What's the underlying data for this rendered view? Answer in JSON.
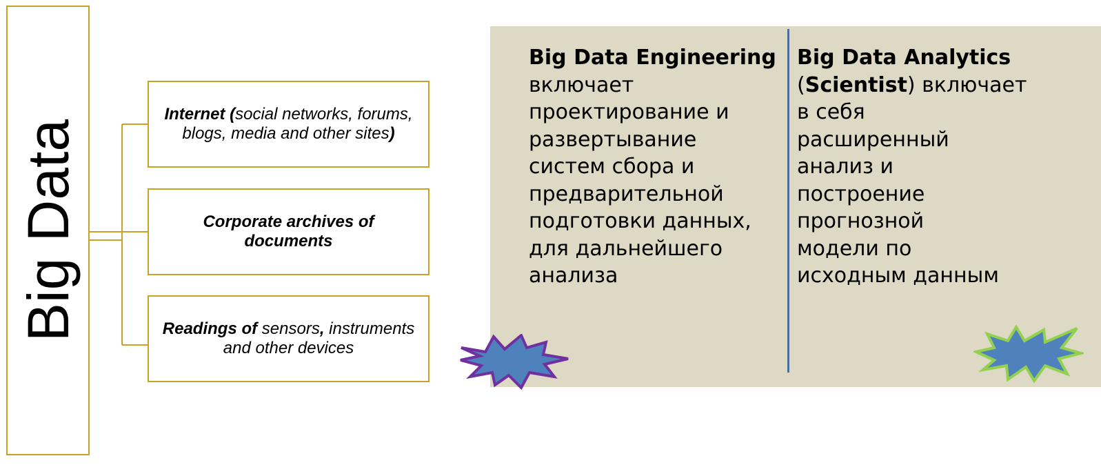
{
  "vertical_label": "Big Data",
  "sources": [
    {
      "parts": [
        {
          "text": "Internet (",
          "bold": true
        },
        {
          "text": "social networks, forums, blogs, media and other sites",
          "bold": false
        },
        {
          "text": ")",
          "bold": true
        }
      ]
    },
    {
      "parts": [
        {
          "text": "Corporate archives of documents",
          "bold": true
        }
      ]
    },
    {
      "parts": [
        {
          "text": "Readings of",
          "bold": true
        },
        {
          "text": " sensors",
          "bold": false
        },
        {
          "text": ",",
          "bold": true
        },
        {
          "text": " instruments and other devices",
          "bold": false
        }
      ]
    }
  ],
  "panel": {
    "left": {
      "heading": "Big Data Engineering",
      "lines": [
        "включает",
        "проектирование и",
        "развертывание",
        "систем сбора и",
        "предварительной",
        "подготовки данных,",
        "для дальнейшего",
        "анализа"
      ]
    },
    "right": {
      "heading": "Big Data Analytics",
      "paren_open": "(",
      "paren_bold": "Scientist",
      "paren_rest": ") включает",
      "lines": [
        "в себя",
        "расширенный",
        "анализ и",
        "построение",
        "прогнозной",
        "модели по",
        "исходным данным"
      ]
    }
  },
  "colors": {
    "box_border": "#c9a227",
    "panel_bg": "#ddd9c4",
    "divider": "#4a6d9c",
    "burst_fill": "#4f81bd",
    "burst_left_stroke": "#7030a0",
    "burst_right_stroke": "#92d050"
  }
}
